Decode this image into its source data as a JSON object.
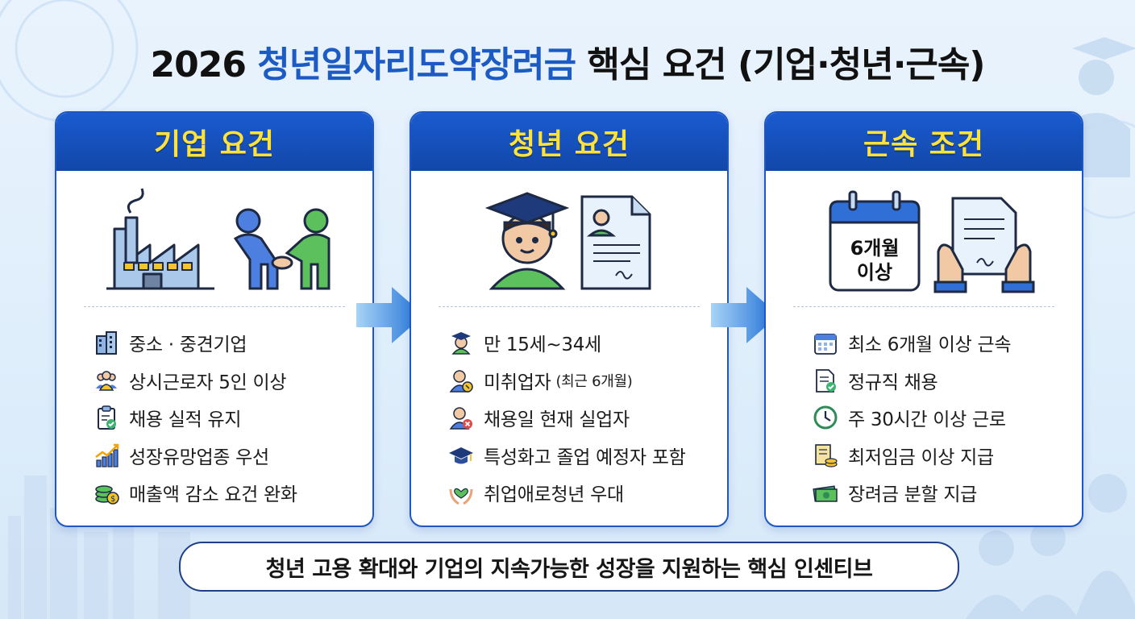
{
  "title": {
    "year": "2026",
    "highlight": "청년일자리도약장려금",
    "rest": "핵심 요건 (기업·청년·근속)"
  },
  "cards": [
    {
      "heading": "기업 요건",
      "items": [
        {
          "icon": "building-icon",
          "text": "중소 · 중견기업"
        },
        {
          "icon": "people-group-icon",
          "text": "상시근로자 5인 이상"
        },
        {
          "icon": "clipboard-check-icon",
          "text": "채용 실적 유지"
        },
        {
          "icon": "growth-chart-icon",
          "text": "성장유망업종 우선"
        },
        {
          "icon": "coin-stack-icon",
          "text": "매출액 감소 요건 완화"
        }
      ]
    },
    {
      "heading": "청년 요건",
      "items": [
        {
          "icon": "graduate-icon",
          "text": "만 15세~34세"
        },
        {
          "icon": "job-seeker-icon",
          "text": "미취업자",
          "note": "(최근 6개월)"
        },
        {
          "icon": "unemployed-person-icon",
          "text": "채용일 현재 실업자"
        },
        {
          "icon": "graduation-cap-icon",
          "text": "특성화고 졸업 예정자 포함"
        },
        {
          "icon": "heart-hands-icon",
          "text": "취업애로청년 우대"
        }
      ]
    },
    {
      "heading": "근속 조건",
      "calendar_line1": "6개월",
      "calendar_line2": "이상",
      "items": [
        {
          "icon": "calendar-icon",
          "text": "최소 6개월 이상 근속"
        },
        {
          "icon": "document-check-icon",
          "text": "정규직 채용"
        },
        {
          "icon": "clock-icon",
          "text": "주 30시간 이상 근로"
        },
        {
          "icon": "scroll-coins-icon",
          "text": "최저임금 이상 지급"
        },
        {
          "icon": "money-bills-icon",
          "text": "장려금 분할 지급"
        }
      ]
    }
  ],
  "footer": "청년 고용 확대와 기업의 지속가능한 성장을 지원하는 핵심 인센티브",
  "colors": {
    "accent": "#1d5bc4",
    "header_bg": "#1a5bd0",
    "header_text": "#ffe23a",
    "arrow": "#2a7ad8"
  }
}
